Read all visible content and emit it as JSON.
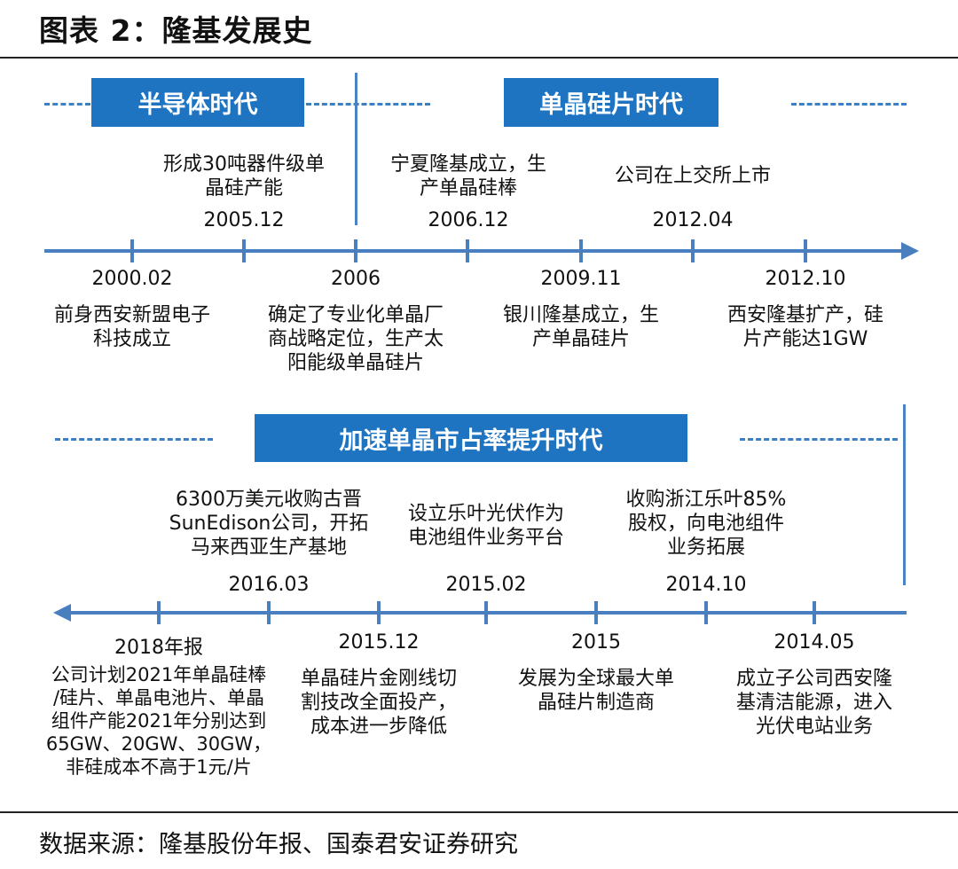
{
  "title": "图表 2：隆基发展史",
  "eras": {
    "semiconductor": "半导体时代",
    "monocrystalline_wafer": "单晶硅片时代",
    "accelerate_share": "加速单晶市占率提升时代"
  },
  "top_timeline": {
    "above": [
      {
        "date": "2005.12",
        "text": "形成30吨器件级单\n晶硅产能"
      },
      {
        "date": "2006.12",
        "text": "宁夏隆基成立，生\n产单晶硅棒"
      },
      {
        "date": "2012.04",
        "text": "公司在上交所上市"
      }
    ],
    "below": [
      {
        "date": "2000.02",
        "text": "前身西安新盟电子\n科技成立"
      },
      {
        "date": "2006",
        "text": "确定了专业化单晶厂\n商战略定位，生产太\n阳能级单晶硅片"
      },
      {
        "date": "2009.11",
        "text": "银川隆基成立，生\n产单晶硅片"
      },
      {
        "date": "2012.10",
        "text": "西安隆基扩产，硅\n片产能达1GW"
      }
    ]
  },
  "bottom_timeline": {
    "above": [
      {
        "date": "2016.03",
        "text": "6300万美元收购古晋\nSunEdison公司，开拓\n马来西亚生产基地"
      },
      {
        "date": "2015.02",
        "text": "设立乐叶光伏作为\n电池组件业务平台"
      },
      {
        "date": "2014.10",
        "text": "收购浙江乐叶85%\n股权，向电池组件\n业务拓展"
      }
    ],
    "below": [
      {
        "date": "2018年报",
        "text": "公司计划2021年单晶硅棒\n/硅片、单晶电池片、单晶\n组件产能2021年分别达到\n65GW、20GW、30GW，\n非硅成本不高于1元/片"
      },
      {
        "date": "2015.12",
        "text": "单晶硅片金刚线切\n割技改全面投产，\n成本进一步降低"
      },
      {
        "date": "2015",
        "text": "发展为全球最大单\n晶硅片制造商"
      },
      {
        "date": "2014.05",
        "text": "成立子公司西安隆\n基清洁能源，进入\n光伏电站业务"
      }
    ]
  },
  "source": "数据来源：隆基股份年报、国泰君安证券研究"
}
